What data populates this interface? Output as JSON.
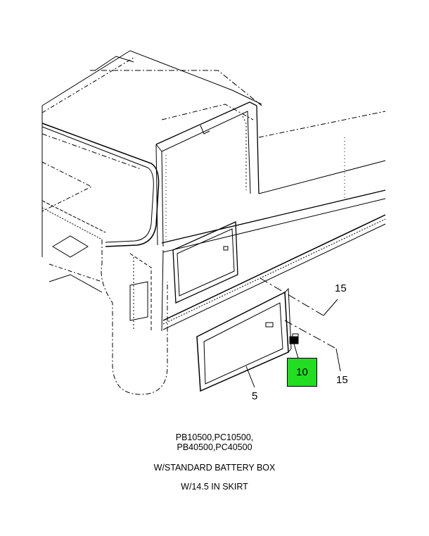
{
  "callouts": {
    "c15_top": "15",
    "c15_bottom": "15",
    "c10": "10",
    "c5": "5"
  },
  "highlight_color": "#22dd22",
  "caption": {
    "models_line1": "PB10500,PC10500,",
    "models_line2": "PB40500,PC40500",
    "battery": "W/STANDARD BATTERY BOX",
    "skirt": "W/14.5 IN SKIRT"
  }
}
